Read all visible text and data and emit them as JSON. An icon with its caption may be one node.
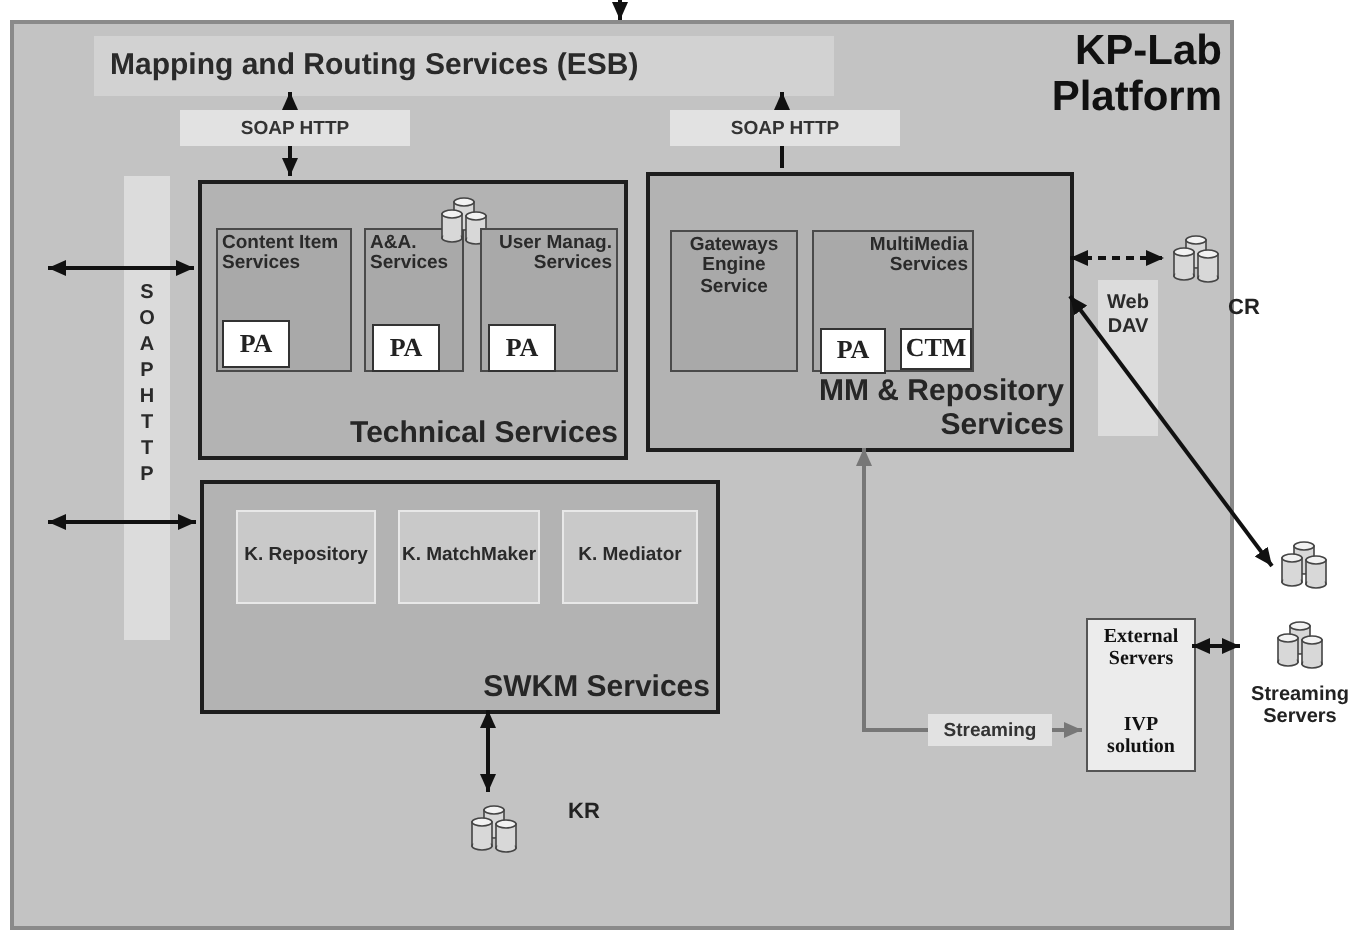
{
  "diagram": {
    "nodes": [
      {
        "text": [
          "KP-Lab Platform"
        ]
      },
      {
        "text": [
          "Mapping and Routing Services (ESB)"
        ],
        "in": 0
      },
      {
        "text": [
          "Technical Services"
        ],
        "in": 0
      },
      {
        "text": [
          "Content Item Services"
        ],
        "in": 2
      },
      {
        "text": [
          "PA"
        ],
        "in": 3
      },
      {
        "text": [
          "A&A. Services"
        ],
        "in": 2
      },
      {
        "text": [
          "PA"
        ],
        "in": 5
      },
      {
        "text": [
          "User Manag. Services"
        ],
        "in": 2
      },
      {
        "text": [
          "PA"
        ],
        "in": 7
      },
      {
        "text": [
          "MM & Repository Services"
        ],
        "in": 0
      },
      {
        "text": [
          "Gateways Engine Service"
        ],
        "in": 9
      },
      {
        "text": [
          "MultiMedia Services"
        ],
        "in": 9
      },
      {
        "text": [
          "PA"
        ],
        "in": 11
      },
      {
        "text": [
          "CTM"
        ],
        "in": 11
      },
      {
        "text": [
          "SWKM Services"
        ],
        "in": 0
      },
      {
        "text": [
          "K. Repository"
        ],
        "in": 14
      },
      {
        "text": [
          "K. MatchMaker"
        ],
        "in": 14
      },
      {
        "text": [
          "K. Mediator"
        ],
        "in": 14
      },
      {
        "text": [
          "External Servers",
          "IVP solution"
        ],
        "in": 0
      },
      {
        "text": [
          "KR"
        ],
        "in": 0
      },
      {
        "text": [
          "CR"
        ]
      },
      {
        "text": [],
        "shape": "cylinder"
      },
      {
        "text": [
          "Streaming Servers"
        ]
      }
    ],
    "edges": [
      {
        "from": null,
        "to": 0,
        "arrow": "to"
      },
      {
        "from": 1,
        "to": 2,
        "arrow": "both",
        "label": "SOAP HTTP"
      },
      {
        "from": 9,
        "to": 1,
        "arrow": "to",
        "label": "SOAP HTTP"
      },
      {
        "from": null,
        "to": 2,
        "arrow": "both"
      },
      {
        "from": null,
        "to": 14,
        "arrow": "both"
      },
      {
        "from": 9,
        "to": 20,
        "arrow": "both",
        "style": "dashed"
      },
      {
        "from": 21,
        "to": 9,
        "arrow": "both"
      },
      {
        "from": 14,
        "to": 19,
        "arrow": "both"
      },
      {
        "from": 18,
        "to": 9,
        "arrow": "both",
        "label": "Streaming",
        "color": "#777777"
      },
      {
        "from": 18,
        "to": 22,
        "arrow": "both"
      }
    ],
    "labels": [
      "SOAP HTTP",
      "Web DAV"
    ]
  }
}
